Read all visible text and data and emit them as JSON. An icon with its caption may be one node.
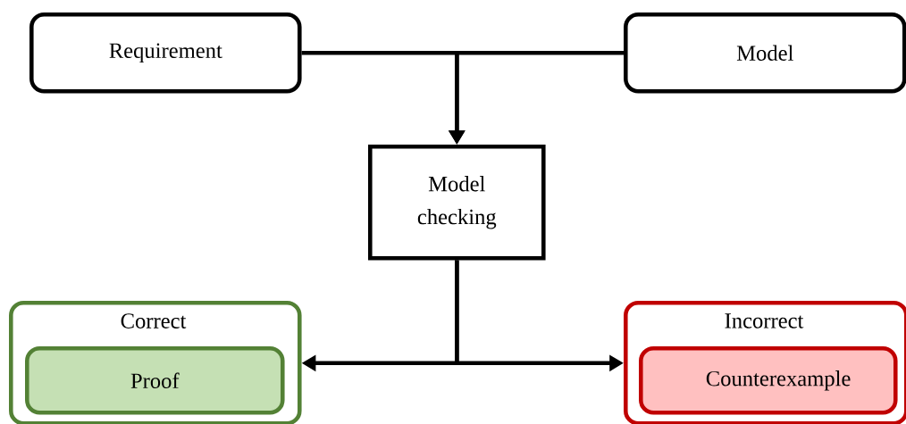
{
  "diagram": {
    "nodes": [
      {
        "text": [
          "Requirement"
        ]
      },
      {
        "text": [
          "Model"
        ]
      },
      {
        "text": [
          "Model checking"
        ]
      },
      {
        "text": [
          "Correct"
        ]
      },
      {
        "text": [
          "Proof"
        ],
        "in": 3
      },
      {
        "text": [
          "Incorrect"
        ]
      },
      {
        "text": [
          "Counterexample"
        ],
        "in": 5
      }
    ],
    "edges": [
      {
        "from": 0,
        "to": 2,
        "arrow": "to"
      },
      {
        "from": 1,
        "to": 2,
        "arrow": "to"
      },
      {
        "from": 2,
        "to": 3,
        "arrow": "to"
      },
      {
        "from": 2,
        "to": 5,
        "arrow": "to"
      }
    ]
  }
}
